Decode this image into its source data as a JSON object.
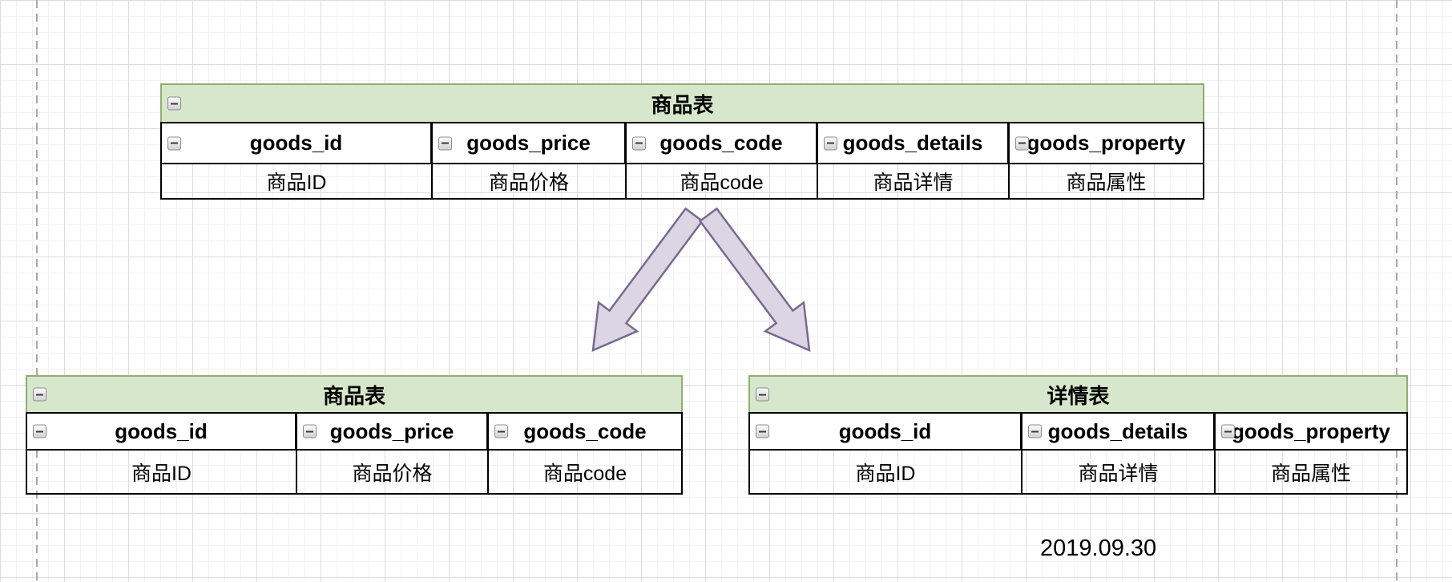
{
  "diagram": {
    "date_label": "2019.09.30",
    "tables": {
      "top": {
        "title": "商品表",
        "columns": [
          {
            "name": "goods_id",
            "desc": "商品ID"
          },
          {
            "name": "goods_price",
            "desc": "商品价格"
          },
          {
            "name": "goods_code",
            "desc": "商品code"
          },
          {
            "name": "goods_details",
            "desc": "商品详情"
          },
          {
            "name": "goods_property",
            "desc": "商品属性"
          }
        ]
      },
      "left": {
        "title": "商品表",
        "columns": [
          {
            "name": "goods_id",
            "desc": "商品ID"
          },
          {
            "name": "goods_price",
            "desc": "商品价格"
          },
          {
            "name": "goods_code",
            "desc": "商品code"
          }
        ]
      },
      "right": {
        "title": "详情表",
        "columns": [
          {
            "name": "goods_id",
            "desc": "商品ID"
          },
          {
            "name": "goods_details",
            "desc": "商品详情"
          },
          {
            "name": "goods_property",
            "desc": "商品属性"
          }
        ]
      }
    },
    "icons": {
      "collapse": "minus-square-icon",
      "arrow_left": "split-arrow-down-left",
      "arrow_right": "split-arrow-down-right"
    },
    "colors": {
      "table_header_fill": "#d7e7cb",
      "table_header_stroke": "#8fae70",
      "table_border": "#000000",
      "arrow_fill": "#dcd5e3",
      "arrow_stroke": "#796a90",
      "guide_dash": "#a8a8a8",
      "grid_major": "#ded8ee",
      "grid_minor": "#f2f0f8"
    }
  }
}
